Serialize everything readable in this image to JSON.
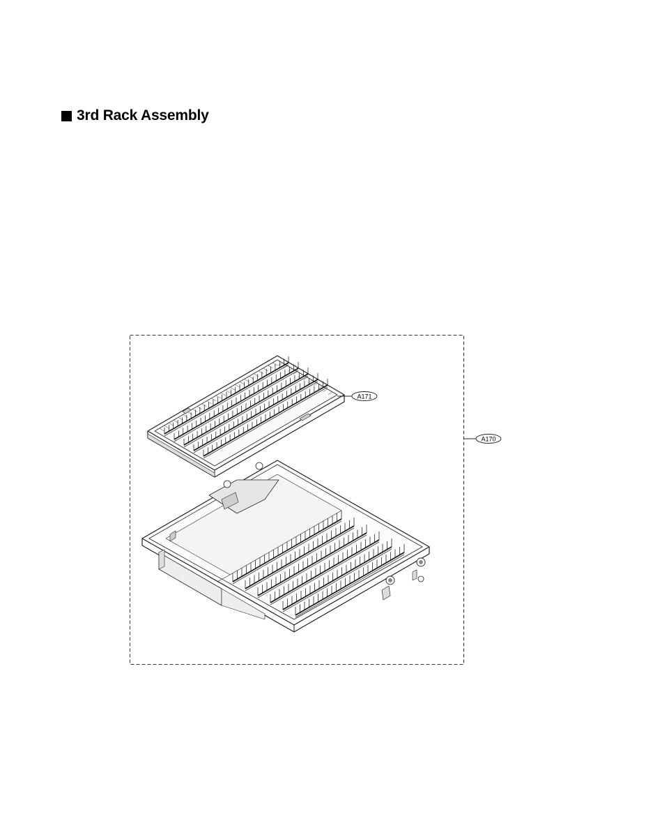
{
  "section": {
    "title": "3rd Rack Assembly",
    "marker_icon": "filled-square-icon"
  },
  "callouts": {
    "upper_tray": "A171",
    "assembly": "A170"
  }
}
